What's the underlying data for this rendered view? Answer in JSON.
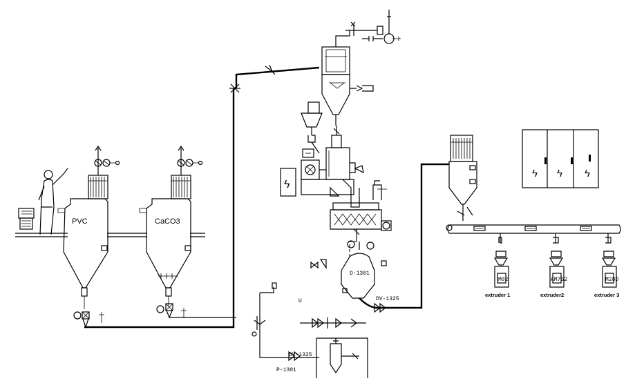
{
  "vessels": {
    "pvc_silo": "PVC",
    "caco3_silo": "CaCO3",
    "dosing_vessel": "D-1301"
  },
  "valves": {
    "dv_1325_top": "DV-1325",
    "dv_1325_bottom": "DV-1325"
  },
  "pumps": {
    "p_1301": "P-1301"
  },
  "extruders": {
    "extruder_1": "extruder 1",
    "extruder_2": "extruder2",
    "extruder_3": "extruder 3",
    "extruder_1_panel": "M02",
    "extruder_2_panel": "AM752",
    "extruder_3_panel": "M28D"
  },
  "symbols": {
    "electric_glyph": "ϟ",
    "small_u_marker": "U"
  }
}
